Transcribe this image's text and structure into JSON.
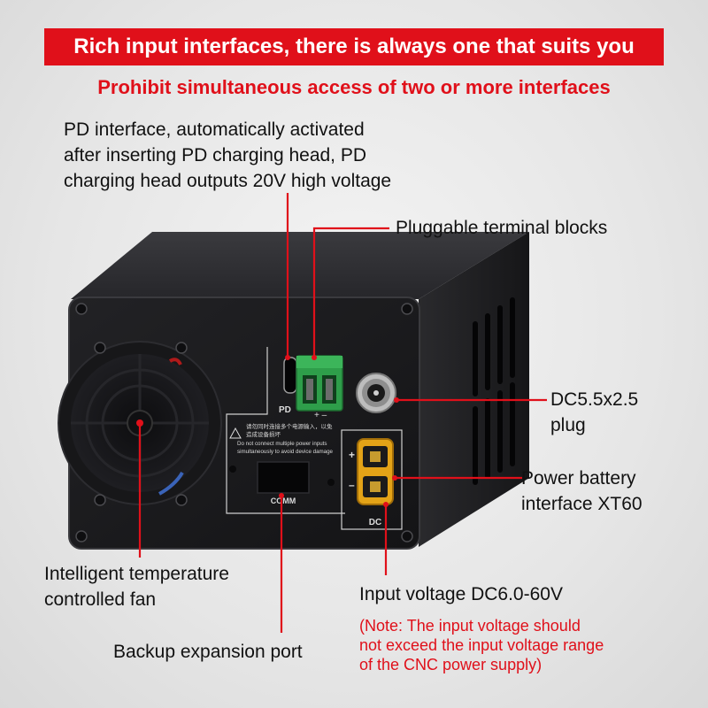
{
  "banner": "Rich input interfaces, there is always one that suits you",
  "subtitle": "Prohibit simultaneous access of two or more interfaces",
  "callouts": {
    "pd_interface": [
      "PD interface, automatically activated",
      "after inserting PD charging head, PD",
      "charging head outputs 20V high voltage"
    ],
    "terminal_blocks": "Pluggable terminal blocks",
    "dc_plug": [
      "DC5.5x2.5",
      "plug"
    ],
    "battery": [
      "Power battery",
      "interface XT60"
    ],
    "fan": [
      "Intelligent temperature",
      "controlled fan"
    ],
    "input_voltage": "Input voltage DC6.0-60V",
    "note": [
      "(Note: The input voltage should",
      "not exceed the input voltage range",
      "of the CNC power supply)"
    ],
    "backup_port": "Backup expansion port"
  },
  "panel": {
    "pd_mark": "PD",
    "plus_minus": "+ –",
    "warning_cn_1": "请勿同时连接多个电源输入，以免",
    "warning_cn_2": "造成设备损坏",
    "warning_en_1": "Do not connect multiple power inputs",
    "warning_en_2": "simultaneously to avoid device damage",
    "comm": "COMM",
    "dc": "DC",
    "plus": "+",
    "minus": "–"
  },
  "colors": {
    "accent_red": "#e0101a",
    "case": "#1b1b1d",
    "terminal_green": "#2e9e4a",
    "xt60_yellow": "#e3a317"
  }
}
